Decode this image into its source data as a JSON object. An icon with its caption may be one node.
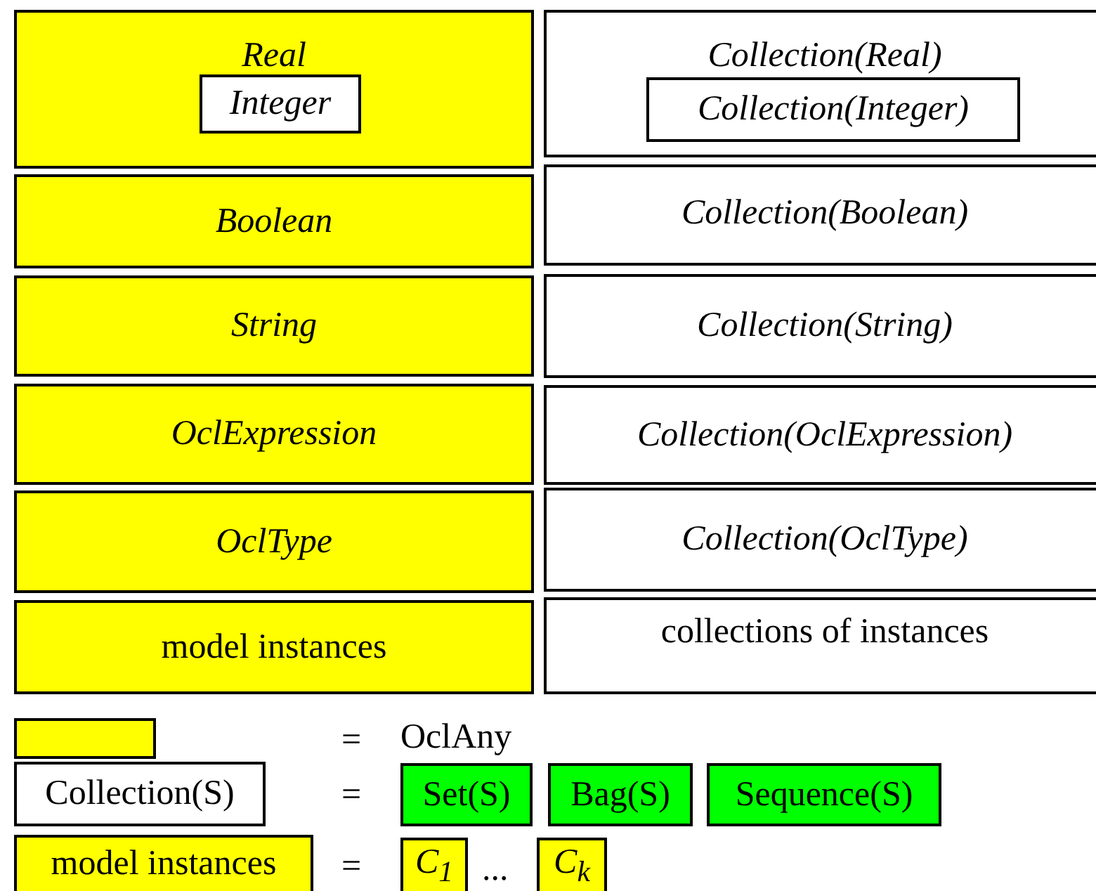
{
  "diagram": {
    "nodes": [
      {
        "text": [
          "Real"
        ]
      },
      {
        "text": [
          "Integer"
        ],
        "in": 0
      },
      {
        "text": [
          "Collection(Real)"
        ]
      },
      {
        "text": [
          "Collection(Integer)"
        ],
        "in": 2
      },
      {
        "text": [
          "Boolean"
        ]
      },
      {
        "text": [
          "Collection(Boolean)"
        ]
      },
      {
        "text": [
          "String"
        ]
      },
      {
        "text": [
          "Collection(String)"
        ]
      },
      {
        "text": [
          "OclExpression"
        ]
      },
      {
        "text": [
          "Collection(OclExpression)"
        ]
      },
      {
        "text": [
          "OclType"
        ]
      },
      {
        "text": [
          "Collection(OclType)"
        ]
      },
      {
        "text": [
          "model instances"
        ]
      },
      {
        "text": [
          "collections of instances"
        ]
      },
      {
        "text": [],
        "shape": "box"
      },
      {
        "text": [
          "Collection(S)"
        ]
      },
      {
        "text": [
          "Set(S)"
        ]
      },
      {
        "text": [
          "Bag(S)"
        ]
      },
      {
        "text": [
          "Sequence(S)"
        ]
      },
      {
        "text": [
          "model instances"
        ]
      },
      {
        "text": [
          "C$_{1}$"
        ]
      },
      {
        "text": [
          "C$_{k}$"
        ]
      }
    ],
    "edges": [],
    "labels": [
      "=",
      "OclAny",
      "=",
      "=",
      "..."
    ]
  }
}
